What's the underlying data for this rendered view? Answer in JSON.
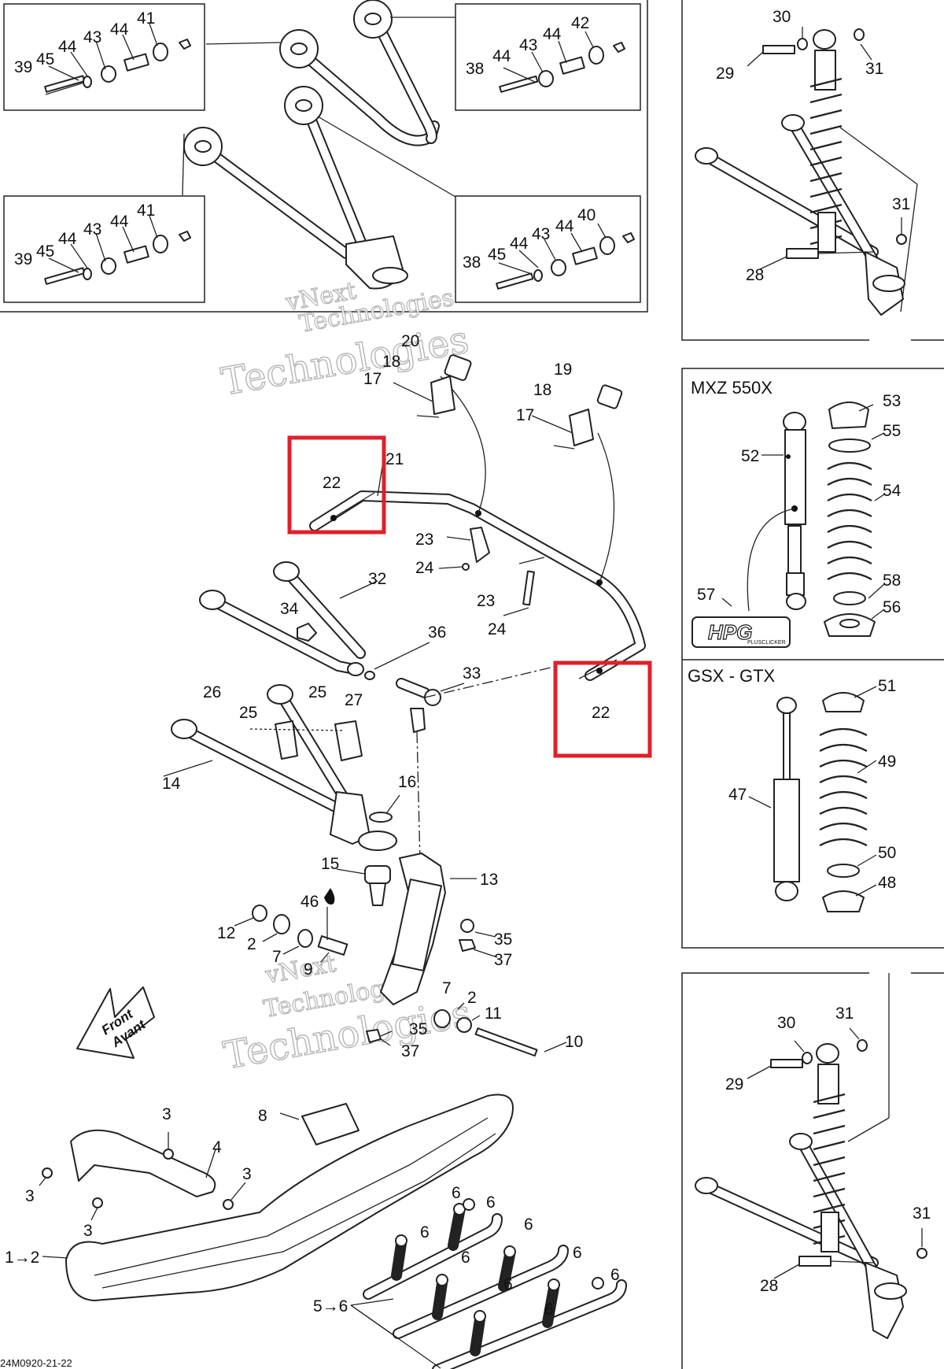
{
  "diagram": {
    "reference_code": "24M0920-21-22",
    "arrow": {
      "line1": "Front",
      "line2": "Avant"
    },
    "watermark": {
      "line1": "vNext",
      "line2": "Technologies"
    },
    "panels": {
      "mxz": {
        "title": "MXZ 550X",
        "logo_text": "HPG",
        "logo_sub": "PLUSCLICKER"
      },
      "gsx": {
        "title": "GSX - GTX"
      }
    },
    "labels": {
      "tl": [
        "39",
        "45",
        "44",
        "43",
        "44",
        "41"
      ],
      "tr": [
        "38",
        "44",
        "43",
        "44",
        "42"
      ],
      "bl": [
        "39",
        "45",
        "44",
        "43",
        "44",
        "41"
      ],
      "br": [
        "38",
        "45",
        "44",
        "43",
        "44",
        "40"
      ],
      "shock_top": [
        "30",
        "29",
        "31",
        "31",
        "28"
      ],
      "shock_bottom": [
        "30",
        "31",
        "29",
        "31",
        "28"
      ],
      "mxz": [
        "53",
        "55",
        "52",
        "54",
        "57",
        "58",
        "56"
      ],
      "gsx": [
        "51",
        "49",
        "47",
        "50",
        "48"
      ],
      "center": [
        "20",
        "18",
        "17",
        "19",
        "18",
        "17",
        "21",
        "22",
        "23",
        "24",
        "23",
        "24",
        "32",
        "34",
        "36",
        "33",
        "22",
        "26",
        "25",
        "25",
        "27",
        "14",
        "16",
        "15",
        "13",
        "46",
        "12",
        "2",
        "7",
        "9",
        "35",
        "37",
        "7",
        "2",
        "11",
        "35",
        "37",
        "10"
      ],
      "ski": [
        "8",
        "3",
        "4",
        "3",
        "3",
        "3",
        "1→2",
        "6",
        "6",
        "6",
        "6",
        "6",
        "6",
        "6",
        "6",
        "6",
        "5→6"
      ]
    }
  }
}
